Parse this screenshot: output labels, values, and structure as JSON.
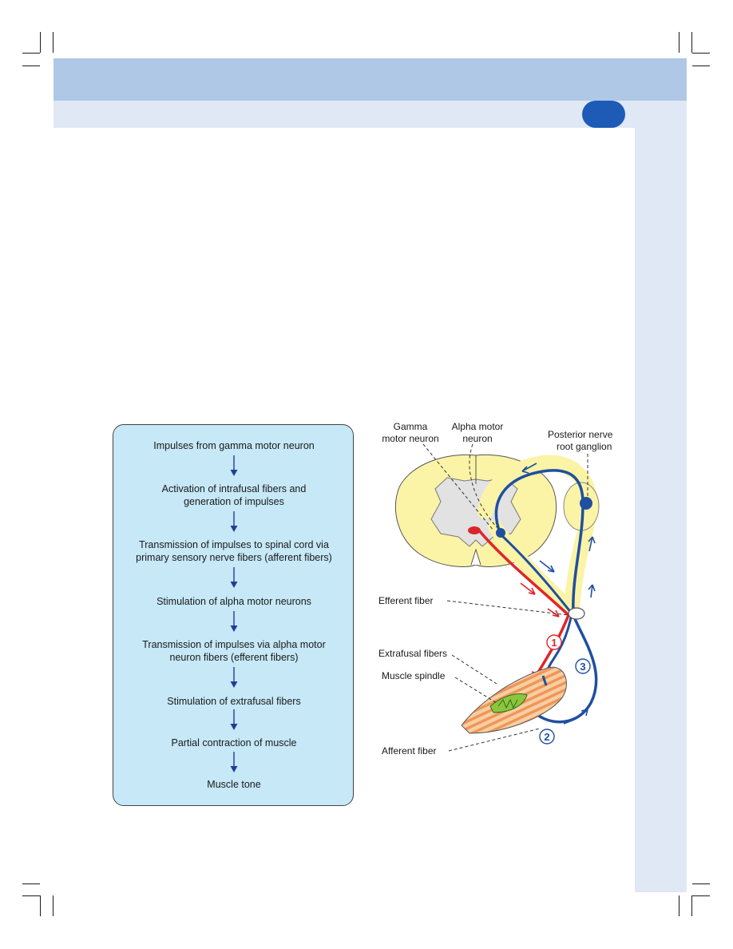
{
  "flowchart": {
    "steps": [
      "Impulses from gamma motor neuron",
      "Activation of intrafusal fibers and generation of impulses",
      "Transmission of impulses to spinal cord via primary sensory nerve fibers (afferent fibers)",
      "Stimulation of alpha motor neurons",
      "Transmission of impulses via alpha motor neuron fibers (efferent fibers)",
      "Stimulation of extrafusal fibers",
      "Partial contraction of muscle",
      "Muscle tone"
    ],
    "lines": {
      "s1": "Impulses from gamma motor neuron",
      "s2a": "Activation of intrafusal fibers and",
      "s2b": "generation of impulses",
      "s3a": "Transmission of impulses to spinal cord via",
      "s3b": "primary sensory nerve fibers (afferent fibers)",
      "s4": "Stimulation of alpha motor neurons",
      "s5a": "Transmission of impulses via alpha motor",
      "s5b": "neuron fibers (efferent fibers)",
      "s6": "Stimulation of extrafusal fibers",
      "s7": "Partial contraction of muscle",
      "s8": "Muscle tone"
    }
  },
  "diagram": {
    "labels": {
      "gamma_a": "Gamma",
      "gamma_b": "motor neuron",
      "alpha_a": "Alpha motor",
      "alpha_b": "neuron",
      "ganglion_a": "Posterior nerve",
      "ganglion_b": "root ganglion",
      "efferent": "Efferent fiber",
      "extrafusal": "Extrafusal fibers",
      "spindle": "Muscle spindle",
      "afferent": "Afferent fiber"
    },
    "markers": {
      "m1": "1",
      "m2": "2",
      "m3": "3"
    }
  },
  "colors": {
    "header_band": "#aec8e6",
    "light_band": "#dfe8f4",
    "badge": "#1d5bb7",
    "flow_box": "#c6e8f7",
    "efferent_red": "#e0252a",
    "afferent_blue": "#1f4fa0",
    "spinal_yellow": "#fbf3a6",
    "muscle_orange": "#f3b87e"
  }
}
